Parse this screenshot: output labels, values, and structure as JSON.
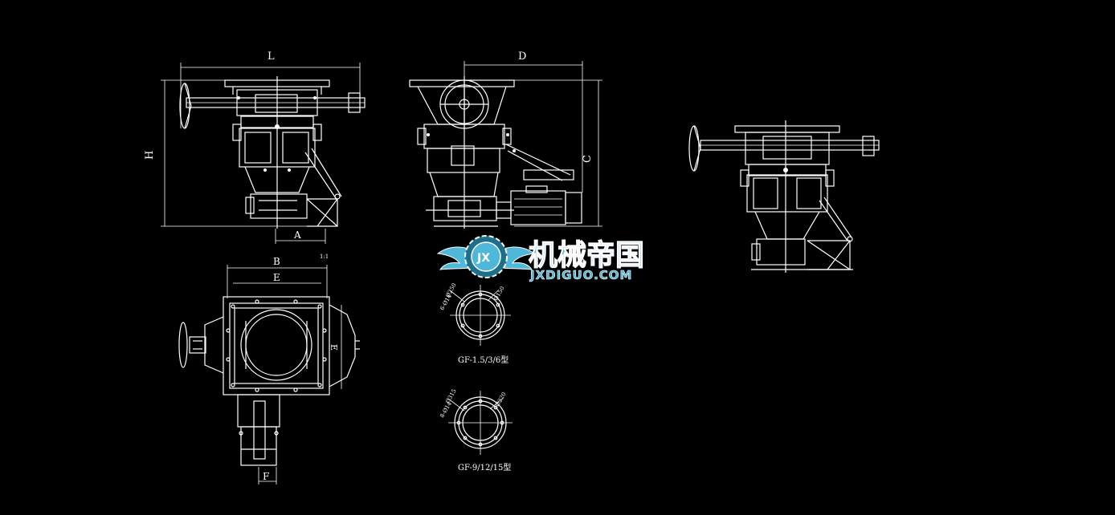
{
  "drawing": {
    "dimensions": {
      "L": "L",
      "H": "H",
      "A": "A",
      "D": "D",
      "C": "C",
      "B": "B",
      "E": "E",
      "F": "F"
    },
    "flange_small": {
      "caption": "GF-1.5/3/6型",
      "labels": [
        "Ø250",
        "Ø150",
        "6-Ø14"
      ]
    },
    "flange_large": {
      "caption": "GF-9/12/15型",
      "labels": [
        "Ø315",
        "Ø220",
        "8-Ø14"
      ]
    },
    "stray_mark": "1:1"
  },
  "watermark": {
    "chinese": "机械帝国",
    "english": "JXDIGUO.COM",
    "emblem_letters": "JX"
  },
  "colors": {
    "background": "#000000",
    "lines": "#ffffff",
    "logo": "#4fb8d8"
  }
}
